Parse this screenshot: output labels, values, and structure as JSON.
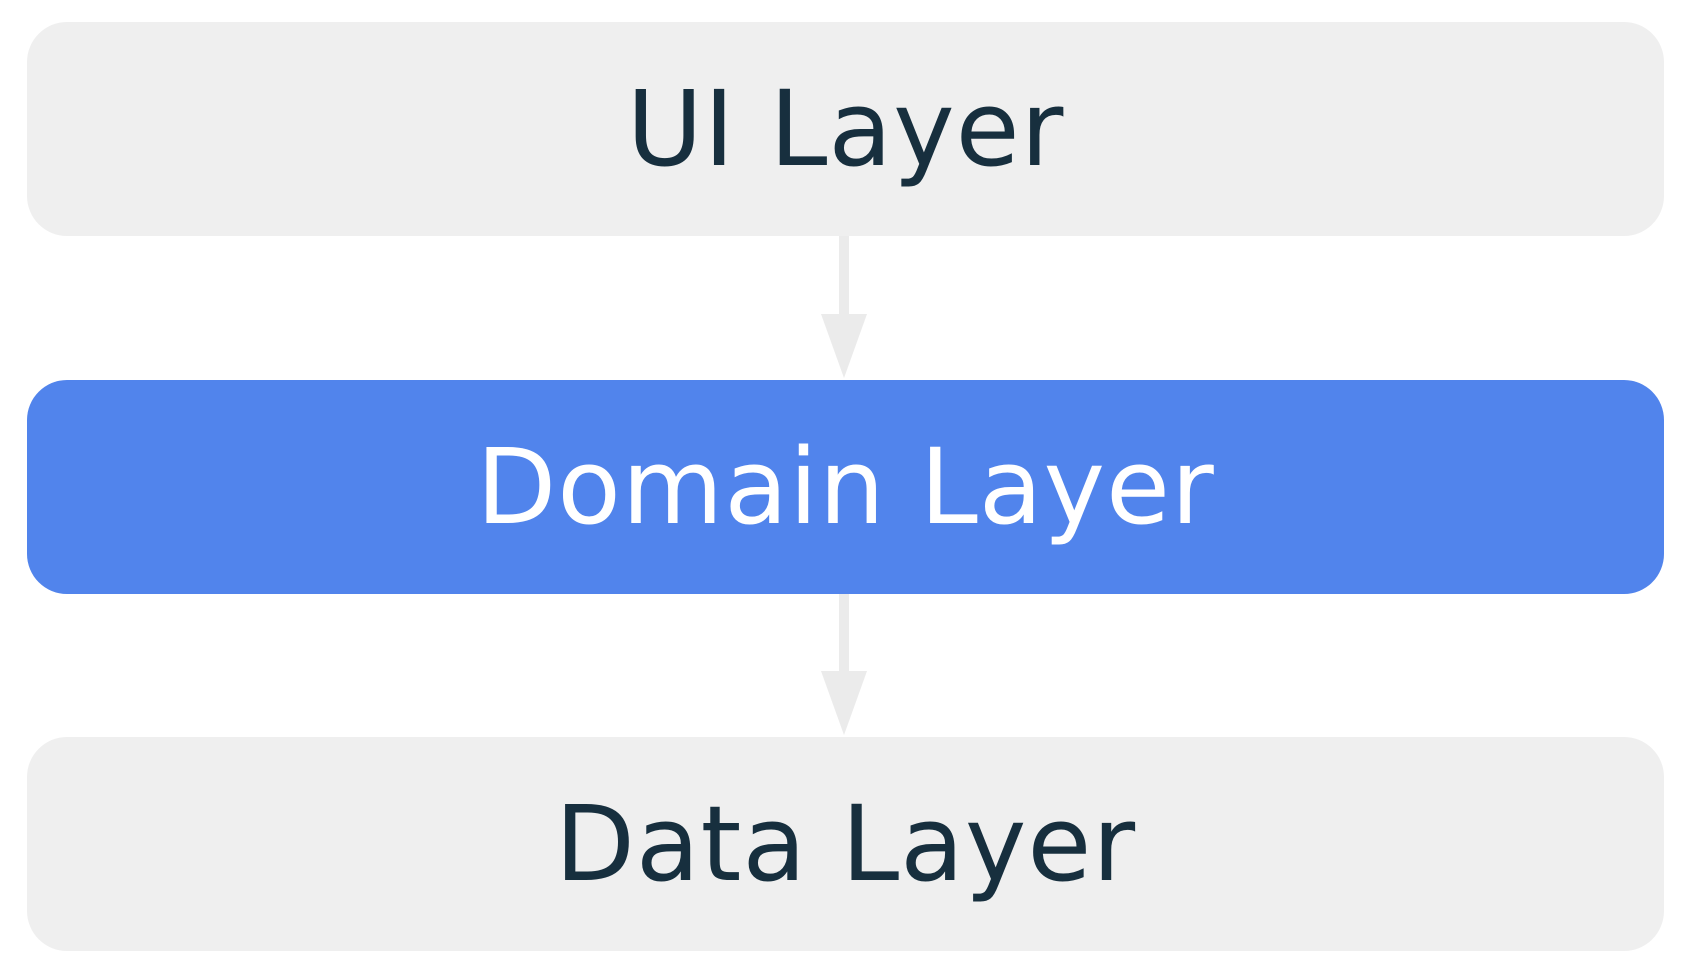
{
  "diagram": {
    "layers": [
      {
        "label": "UI Layer"
      },
      {
        "label": "Domain Layer"
      },
      {
        "label": "Data Layer"
      }
    ]
  },
  "colors": {
    "neutral_box": "#efefef",
    "highlight_box": "#5184ec",
    "dark_text": "#172f3e",
    "light_text": "#ffffff",
    "arrow": "#ebebeb"
  }
}
